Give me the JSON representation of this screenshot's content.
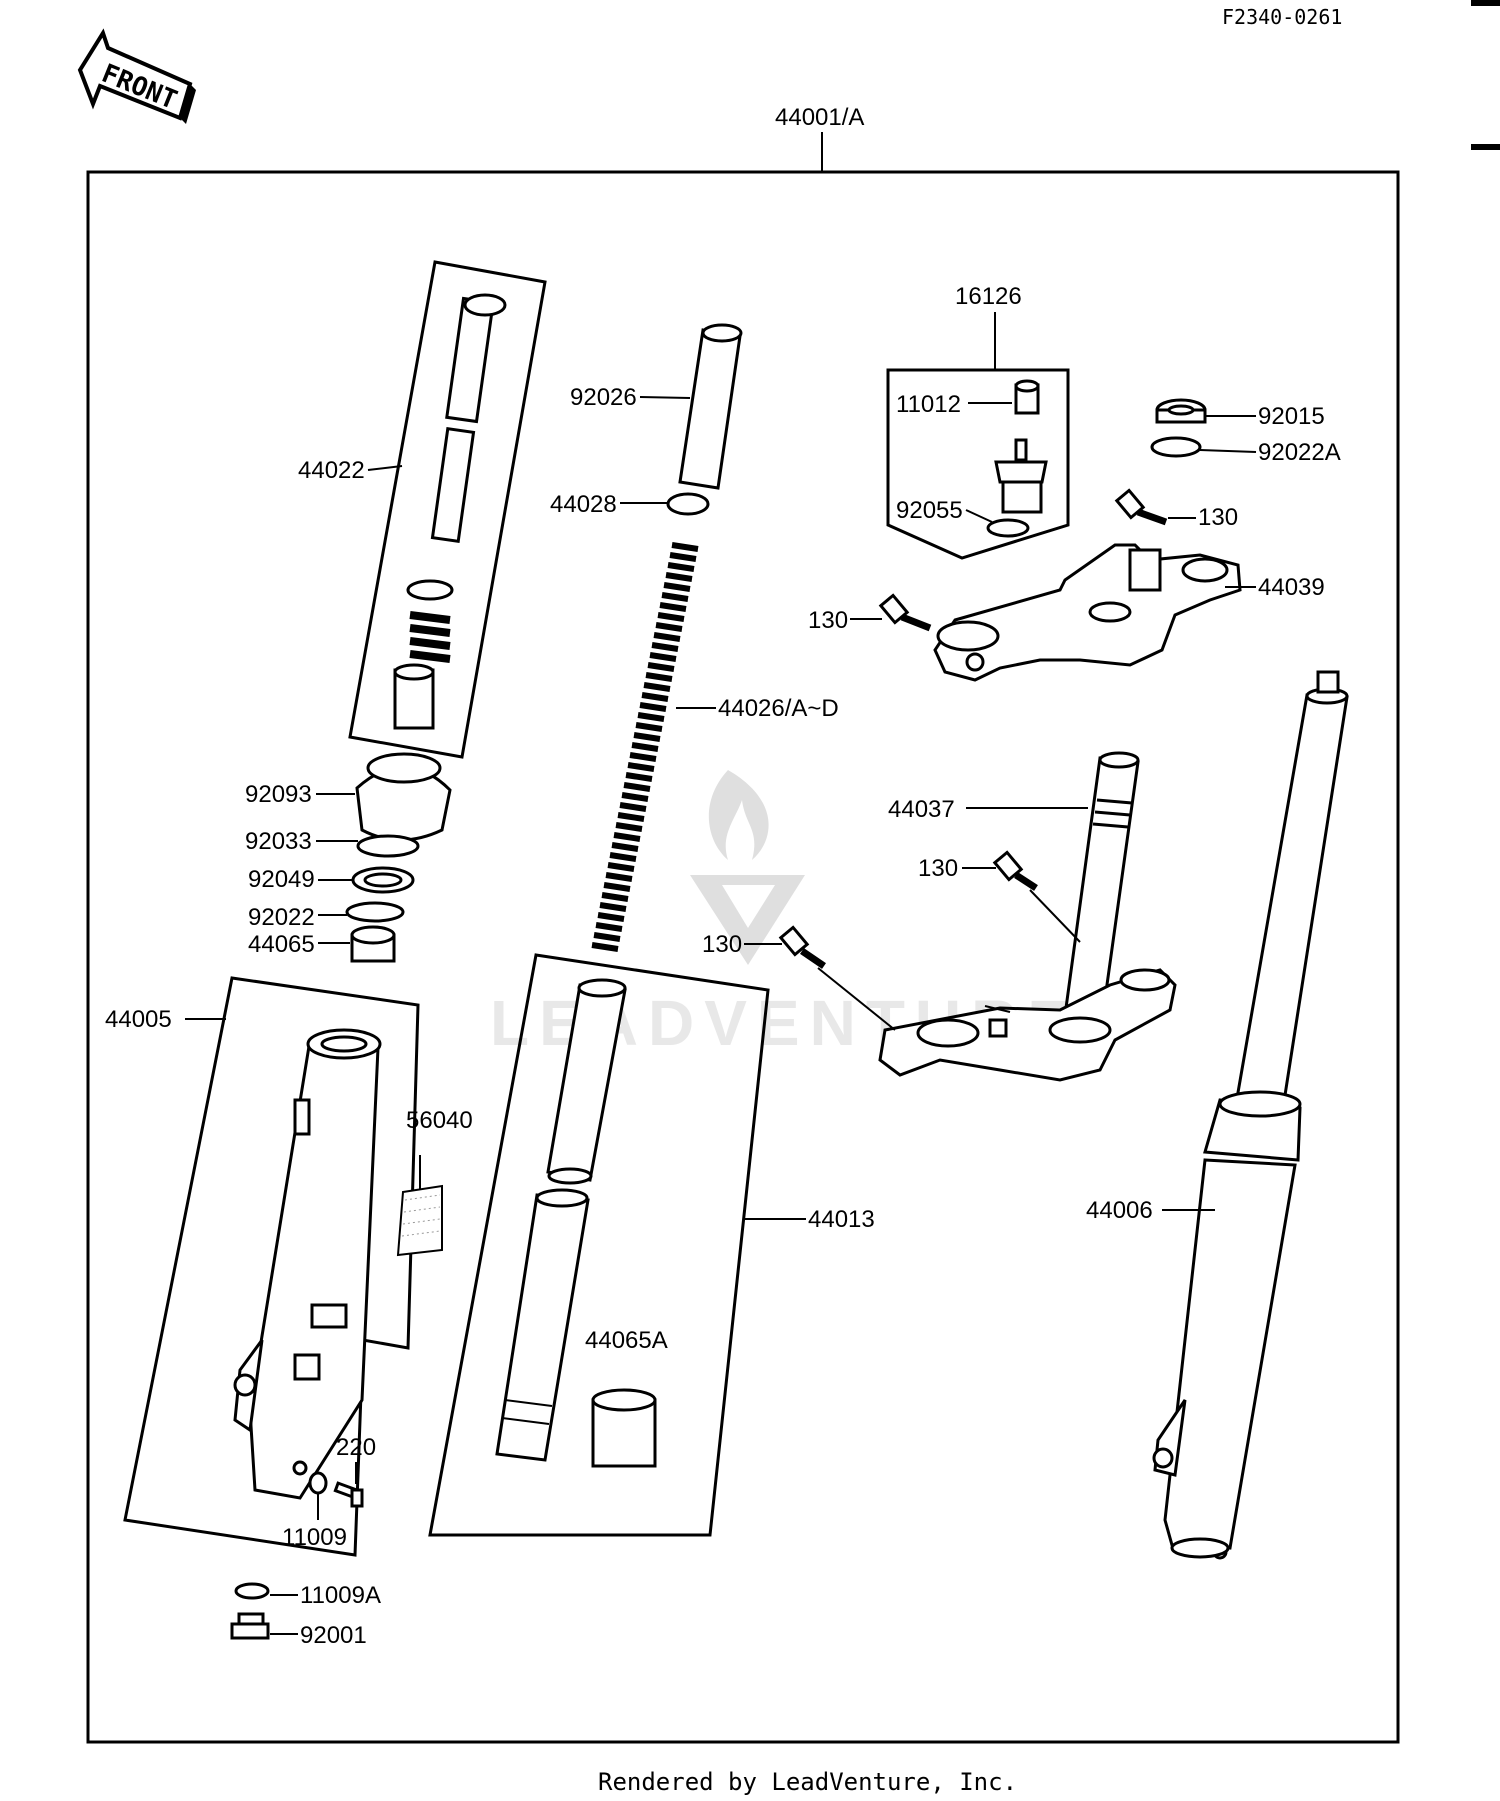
{
  "header": {
    "diagram_code": "F2340-0261",
    "front_arrow_text": "FRONT"
  },
  "assembly": {
    "label": "44001/A"
  },
  "parts": {
    "p44022": "44022",
    "p92026": "92026",
    "p44028": "44028",
    "p16126": "16126",
    "p11012": "11012",
    "p92055": "92055",
    "p92015": "92015",
    "p92022A": "92022A",
    "p130a": "130",
    "p44039": "44039",
    "p130b": "130",
    "p44026": "44026/A~D",
    "p92093": "92093",
    "p92033": "92033",
    "p92049": "92049",
    "p92022": "92022",
    "p44065": "44065",
    "p44037": "44037",
    "p130c": "130",
    "p130d": "130",
    "p44005": "44005",
    "p56040": "56040",
    "p44013": "44013",
    "p44006": "44006",
    "p44065A": "44065A",
    "p220": "220",
    "p11009": "11009",
    "p11009A": "11009A",
    "p92001": "92001"
  },
  "watermark": {
    "text": "LEADVENTURE"
  },
  "footer": {
    "text": "Rendered by LeadVenture, Inc."
  }
}
